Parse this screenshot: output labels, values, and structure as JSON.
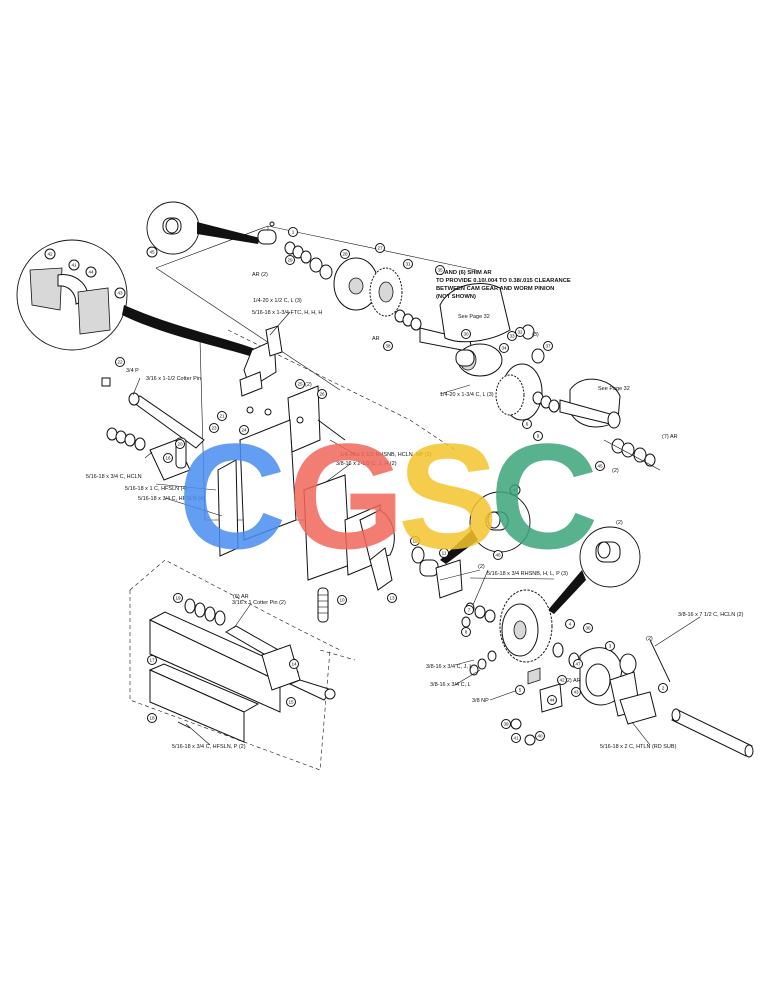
{
  "watermark": {
    "letters": [
      {
        "char": "C",
        "color": "#4a8ef0"
      },
      {
        "char": "G",
        "color": "#f0675a"
      },
      {
        "char": "S",
        "color": "#f5c42e"
      },
      {
        "char": "C",
        "color": "#3aa57a"
      }
    ]
  },
  "hardware_labels": [
    "3/16 x 1-1/2 Cotter Pin",
    "3/4 P",
    "1/4-20 x 1/2 C, L (3)",
    "5/16-18 x 1-3/4 FTC, H, H, H",
    "1/4-20 x 2-1/2 RHSNB, HCLN, NP (2)",
    "3/8-16 x 2-1/2 C, J, H (2)",
    "5/16-18 x 3/4 C, HCLN",
    "5/16-18 x 1 C, HFSLN (4)",
    "5/16-18 x 3/4 C, HFSLN (4)",
    "1/4-20 x 1-3/4 C, L (3)",
    "5/16-18 x 3/4 RHSNB, H, L, P (3)",
    "3/16 x 1 Cotter Pin (2)",
    "3/8-16 x 7 1/2 C, HCLN (2)",
    "3/8-16 x 3/4 C, J, L",
    "3/8-16 x 3/4 C, L",
    "3/8 NP",
    "5/16-18 x 2 C, HTLN (RD SUB)",
    "5/16-18 x 3/4 C, HFSLN, P (2)"
  ],
  "shim_note": {
    "lines": [
      "(5) AND (6) SHIM AR",
      "TO PROVIDE 0.10/.004 TO 0.38/.015 CLEARANCE",
      "BETWEEN CAM GEAR AND WORM PINION",
      "(NOT SHOWN)"
    ]
  },
  "page_refs": [
    "See Page 32",
    "See Page 32"
  ],
  "quantity_labels": [
    "AR (2)",
    "AR",
    "(2)",
    "(2) AR",
    "(7) AR",
    "(6) AR",
    "(2)",
    "(3)",
    "(2)",
    "(2)",
    "(2)"
  ],
  "callouts": [
    "1",
    "2",
    "3",
    "4",
    "5",
    "6",
    "7",
    "8",
    "9",
    "10",
    "11",
    "12",
    "13",
    "14",
    "15",
    "16",
    "17",
    "18",
    "19",
    "20",
    "21",
    "22",
    "23",
    "24",
    "25",
    "26",
    "27",
    "28",
    "29",
    "30",
    "31",
    "32",
    "33",
    "34",
    "35",
    "36",
    "37",
    "38",
    "39",
    "40",
    "41",
    "42",
    "43",
    "44",
    "45",
    "46",
    "47"
  ]
}
